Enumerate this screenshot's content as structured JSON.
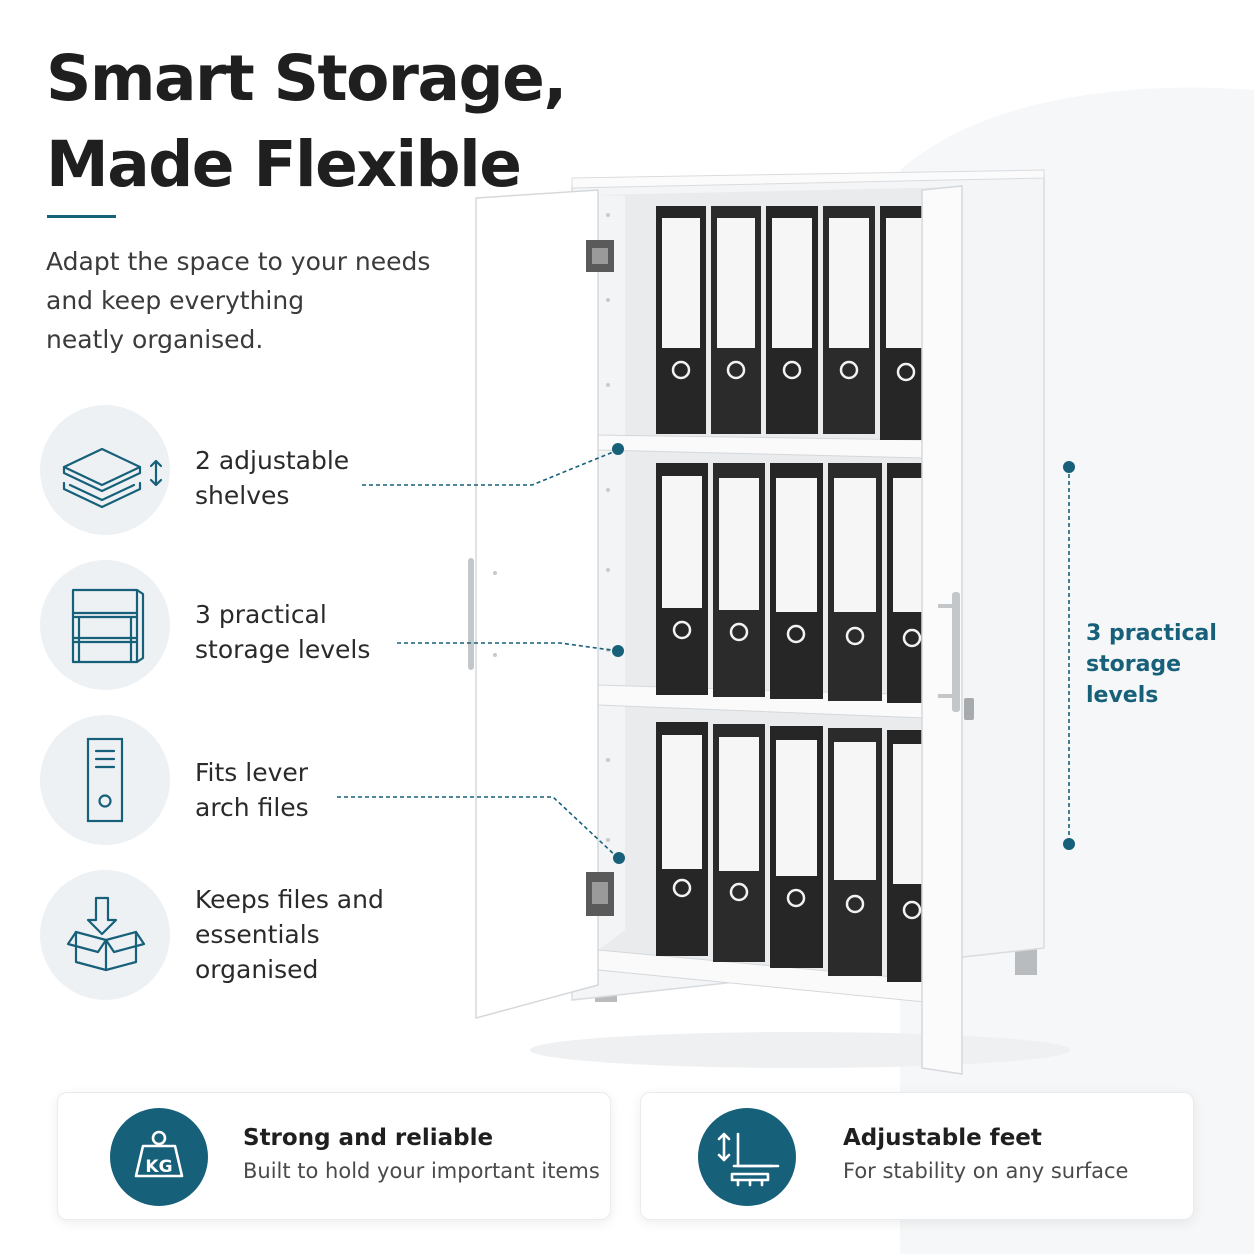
{
  "headline": {
    "line1": "Smart Storage,",
    "line2": "Made Flexible"
  },
  "intro": {
    "line1": "Adapt the space to your needs",
    "line2": "and keep everything",
    "line3": "neatly organised."
  },
  "features": [
    {
      "icon": "adjustable-shelves-icon",
      "line1": "2 adjustable",
      "line2": "shelves"
    },
    {
      "icon": "storage-levels-icon",
      "line1": "3 practical",
      "line2": "storage levels"
    },
    {
      "icon": "lever-arch-file-icon",
      "line1": "Fits lever",
      "line2": "arch files"
    },
    {
      "icon": "box-storage-icon",
      "line1": "Keeps files and",
      "line2": "essentials",
      "line3": "organised"
    }
  ],
  "side_callout": {
    "line1": "3 practical",
    "line2": "storage levels"
  },
  "cards": [
    {
      "icon": "weight-kg-icon",
      "icon_text": "KG",
      "title": "Strong and reliable",
      "subtitle": "Built to hold your important items"
    },
    {
      "icon": "adjustable-feet-icon",
      "title": "Adjustable feet",
      "subtitle": "For stability on any surface"
    }
  ],
  "colors": {
    "accent": "#17607a",
    "accent_dark": "#145a72",
    "badge_bg": "#edf1f4",
    "text": "#1f1f1f",
    "binder": "#262626"
  }
}
